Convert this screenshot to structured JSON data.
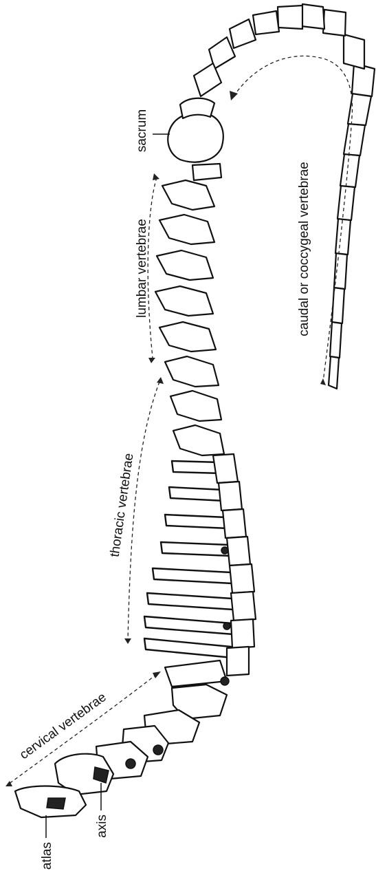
{
  "labels": {
    "sacrum": "sacrum",
    "lumbar": "lumbar vertebrae",
    "caudal": "caudal or coccygeal vertebrae",
    "thoracic": "thoracic vertebrae",
    "cervical": "cervical vertebrae",
    "atlas": "atlas",
    "axis": "axis"
  }
}
